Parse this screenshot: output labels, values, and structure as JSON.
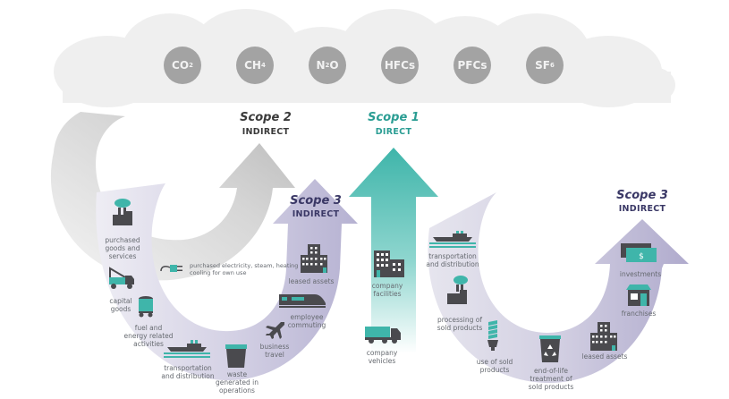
{
  "colors": {
    "teal": "#3fb5aa",
    "scope1_text": "#2a9d93",
    "scope3_text": "#3a3866",
    "scope2_text": "#3a3a3a",
    "icon_dark": "#4a4a4e",
    "gas_circle": "#a3a3a3",
    "cloud": "#efefef",
    "purple_band": "#c9c6dd",
    "grey_band": "#d3d3d3"
  },
  "gases": [
    {
      "base": "CO",
      "sub": "2",
      "after": ""
    },
    {
      "base": "CH",
      "sub": "4",
      "after": ""
    },
    {
      "base": "N",
      "sub": "2",
      "after": "O"
    },
    {
      "base": "HFCs",
      "sub": "",
      "after": ""
    },
    {
      "base": "PFCs",
      "sub": "",
      "after": ""
    },
    {
      "base": "SF",
      "sub": "6",
      "after": ""
    }
  ],
  "scopes": {
    "scope2": {
      "title": "Scope 2",
      "subtitle": "INDIRECT"
    },
    "scope1": {
      "title": "Scope 1",
      "subtitle": "DIRECT"
    },
    "scope3_upstream": {
      "title": "Scope 3",
      "subtitle": "INDIRECT"
    },
    "scope3_downstream": {
      "title": "Scope 3",
      "subtitle": "INDIRECT"
    }
  },
  "scope2_items": {
    "electricity": "purchased electricity, steam, heating & cooling for own use"
  },
  "scope1_items": {
    "facilities": "company facilities",
    "vehicles": "company vehicles"
  },
  "upstream_items": {
    "purchased_goods": "purchased goods and services",
    "capital_goods": "capital goods",
    "fuel_energy": "fuel and energy related activities",
    "transportation": "transportation and distribution",
    "waste": "waste generated in operations",
    "business_travel": "business travel",
    "employee_commuting": "employee commuting",
    "leased_assets": "leased assets"
  },
  "downstream_items": {
    "transportation": "transportation and distribution",
    "processing": "processing of sold products",
    "use": "use of sold products",
    "end_of_life": "end-of-life treatment of sold products",
    "leased_assets": "leased assets",
    "franchises": "franchises",
    "investments": "investments",
    "dollar": "$"
  }
}
